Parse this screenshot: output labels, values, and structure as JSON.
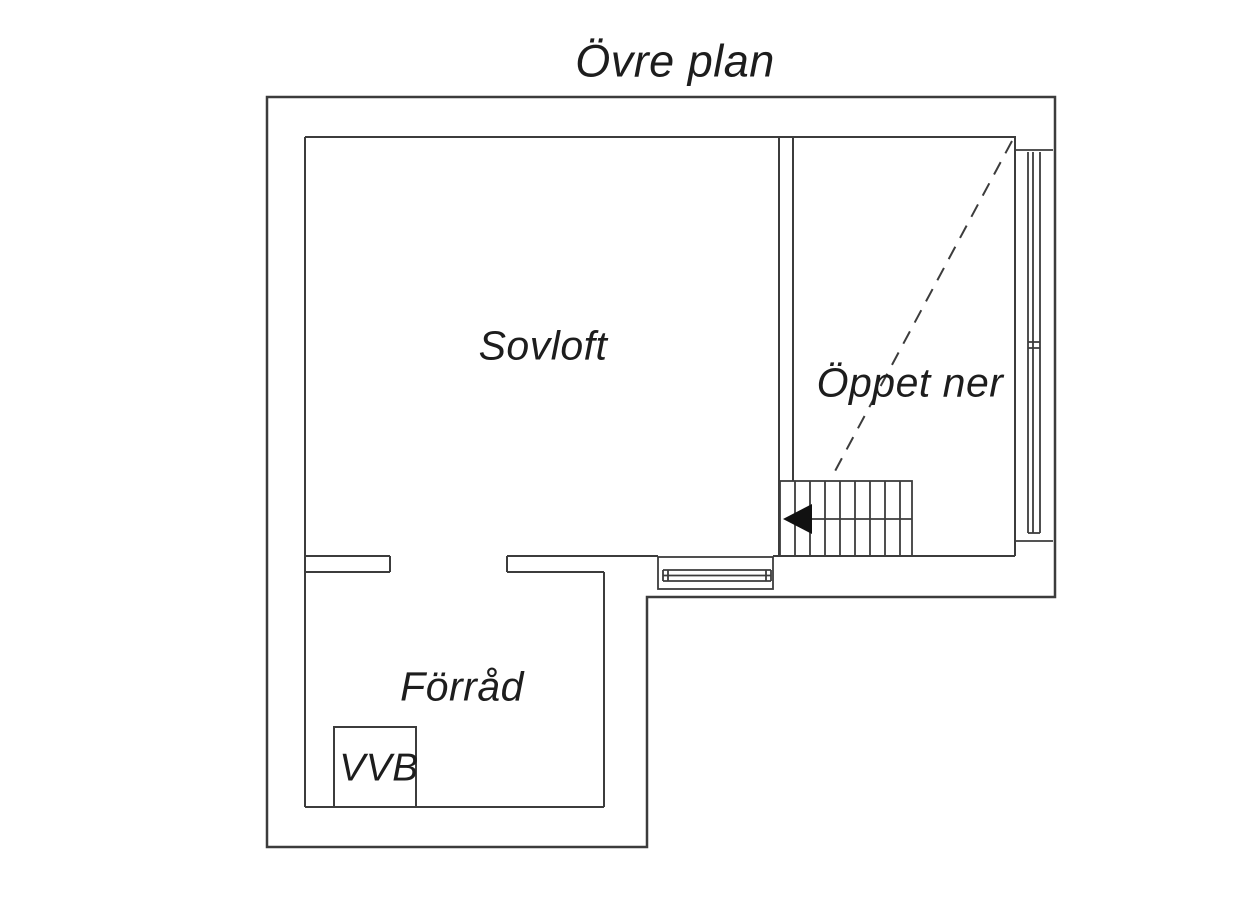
{
  "title": "Övre plan",
  "rooms": {
    "sovloft": {
      "label": "Sovloft"
    },
    "oppet_ner": {
      "label": "Öppet ner"
    },
    "forrad": {
      "label": "Förråd"
    },
    "vvb": {
      "label": "VVB"
    }
  },
  "icons": {
    "stair_direction_arrow": "left-triangle-arrowhead"
  },
  "colors": {
    "background": "#ffffff",
    "wall_line": "#3c3c3c",
    "symbol_line": "#3c3c3c",
    "arrow_fill": "#111111",
    "text": "#1d1d1d"
  }
}
